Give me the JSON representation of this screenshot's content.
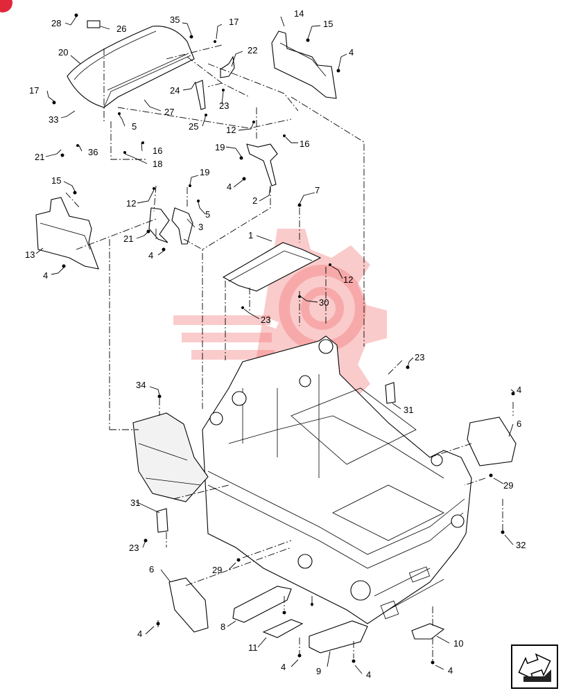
{
  "diagram": {
    "callouts": [
      {
        "id": "c28",
        "label": "28"
      },
      {
        "id": "c26",
        "label": "26"
      },
      {
        "id": "c35",
        "label": "35"
      },
      {
        "id": "c17a",
        "label": "17"
      },
      {
        "id": "c14",
        "label": "14"
      },
      {
        "id": "c15a",
        "label": "15"
      },
      {
        "id": "c20",
        "label": "20"
      },
      {
        "id": "c22",
        "label": "22"
      },
      {
        "id": "c4a",
        "label": "4"
      },
      {
        "id": "c17b",
        "label": "17"
      },
      {
        "id": "c24",
        "label": "24"
      },
      {
        "id": "c23a",
        "label": "23"
      },
      {
        "id": "c33",
        "label": "33"
      },
      {
        "id": "c27",
        "label": "27"
      },
      {
        "id": "c5a",
        "label": "5"
      },
      {
        "id": "c25",
        "label": "25"
      },
      {
        "id": "c12a",
        "label": "12"
      },
      {
        "id": "c16a",
        "label": "16"
      },
      {
        "id": "c19a",
        "label": "19"
      },
      {
        "id": "c21a",
        "label": "21"
      },
      {
        "id": "c36",
        "label": "36"
      },
      {
        "id": "c16b",
        "label": "16"
      },
      {
        "id": "c18",
        "label": "18"
      },
      {
        "id": "c4b",
        "label": "4"
      },
      {
        "id": "c2",
        "label": "2"
      },
      {
        "id": "c15b",
        "label": "15"
      },
      {
        "id": "c19b",
        "label": "19"
      },
      {
        "id": "c7",
        "label": "7"
      },
      {
        "id": "c12b",
        "label": "12"
      },
      {
        "id": "c5b",
        "label": "5"
      },
      {
        "id": "c3",
        "label": "3"
      },
      {
        "id": "c13",
        "label": "13"
      },
      {
        "id": "c21b",
        "label": "21"
      },
      {
        "id": "c1",
        "label": "1"
      },
      {
        "id": "c4c",
        "label": "4"
      },
      {
        "id": "c4d",
        "label": "4"
      },
      {
        "id": "c12c",
        "label": "12"
      },
      {
        "id": "c30",
        "label": "30"
      },
      {
        "id": "c23b",
        "label": "23"
      },
      {
        "id": "c23c",
        "label": "23"
      },
      {
        "id": "c34",
        "label": "34"
      },
      {
        "id": "c31a",
        "label": "31"
      },
      {
        "id": "c4e",
        "label": "4"
      },
      {
        "id": "c6a",
        "label": "6"
      },
      {
        "id": "c29a",
        "label": "29"
      },
      {
        "id": "c31b",
        "label": "31"
      },
      {
        "id": "c23d",
        "label": "23"
      },
      {
        "id": "c32",
        "label": "32"
      },
      {
        "id": "c29b",
        "label": "29"
      },
      {
        "id": "c6b",
        "label": "6"
      },
      {
        "id": "c8",
        "label": "8"
      },
      {
        "id": "c4f",
        "label": "4"
      },
      {
        "id": "c11",
        "label": "11"
      },
      {
        "id": "c10",
        "label": "10"
      },
      {
        "id": "c4g",
        "label": "4"
      },
      {
        "id": "c9",
        "label": "9"
      },
      {
        "id": "c4h",
        "label": "4"
      },
      {
        "id": "c4i",
        "label": "4"
      }
    ],
    "icons": {
      "corner_badge": "red-circle-icon",
      "view_orientation": "view-direction-arrow-icon",
      "watermark": "gear-logo-watermark-icon"
    },
    "colors": {
      "watermark": "#f26b6b",
      "badge": "#e0283a",
      "line": "#000000"
    }
  }
}
